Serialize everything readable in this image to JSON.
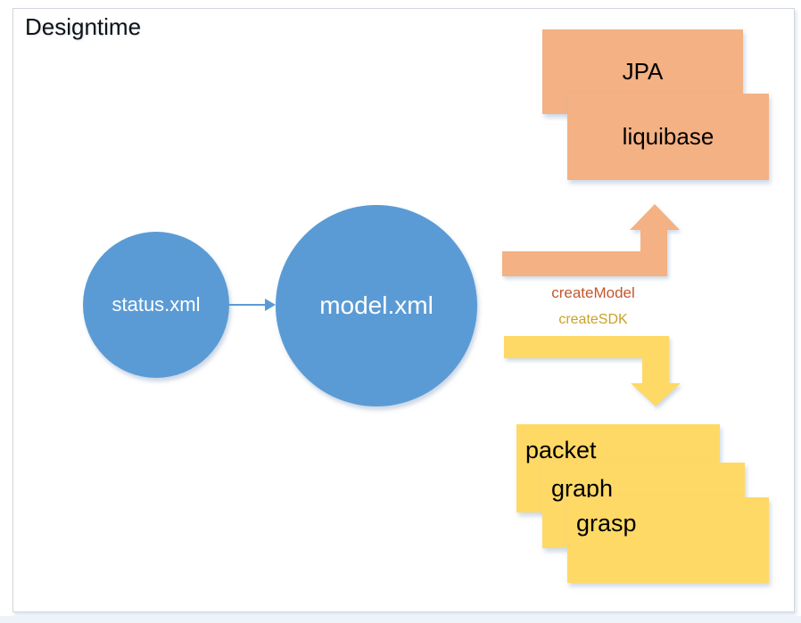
{
  "slide": {
    "title": "Designtime"
  },
  "colors": {
    "node_blue": "#5B9BD5",
    "model_orange": "#F4B183",
    "sdk_yellow": "#FFD966",
    "create_model_text": "#C4562E",
    "create_sdk_text": "#C9A227"
  },
  "nodes": {
    "status": {
      "label": "status.xml"
    },
    "model": {
      "label": "model.xml"
    }
  },
  "model_outputs": {
    "items": [
      {
        "label": "JPA"
      },
      {
        "label": "liquibase"
      }
    ]
  },
  "sdk_outputs": {
    "items": [
      {
        "label": "packet"
      },
      {
        "label": "graph"
      },
      {
        "label": "grasp"
      }
    ]
  },
  "arrows": {
    "status_to_model": {
      "description": "arrow"
    },
    "create_model": {
      "label": "createModel"
    },
    "create_sdk": {
      "label": "createSDK"
    }
  }
}
